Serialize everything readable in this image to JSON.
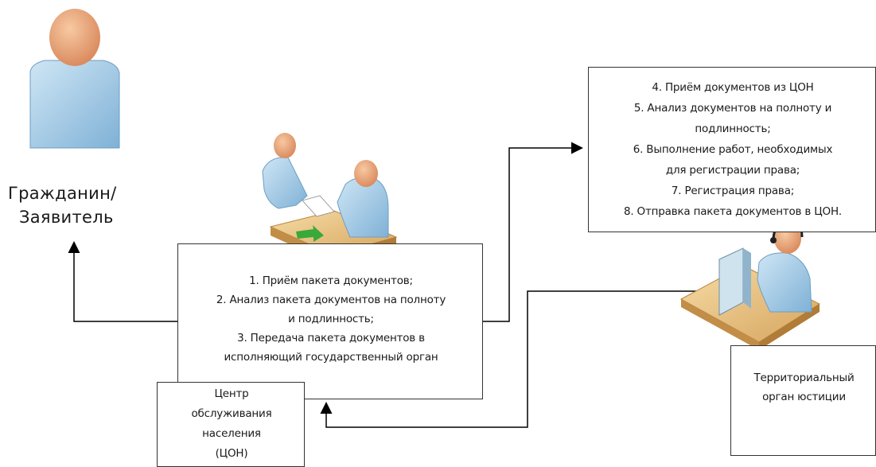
{
  "citizen": {
    "label_line1": "Гражданин/",
    "label_line2": "Заявитель"
  },
  "con_steps": {
    "lines": [
      "1. Приём пакета документов;",
      "2. Анализ пакета документов на полноту",
      "и подлинность;",
      "3. Передача пакета документов в",
      "исполняющий государственный орган"
    ]
  },
  "con_label": {
    "lines": [
      "Центр",
      "обслуживания",
      "населения",
      "(ЦОН)"
    ]
  },
  "justice_steps": {
    "lines": [
      "4. Приём документов из ЦОН",
      "5. Анализ документов на полноту и",
      "подлинность;",
      "6. Выполнение работ, необходимых",
      "для регистрации права;",
      "7. Регистрация права;",
      "8. Отправка пакета документов в ЦОН."
    ]
  },
  "justice_label": {
    "lines": [
      "Территориальный",
      "орган юстиции"
    ]
  },
  "icons": {
    "citizen": "person-icon",
    "office_meeting": "office-meeting-icon",
    "operator": "operator-at-computer-icon"
  }
}
